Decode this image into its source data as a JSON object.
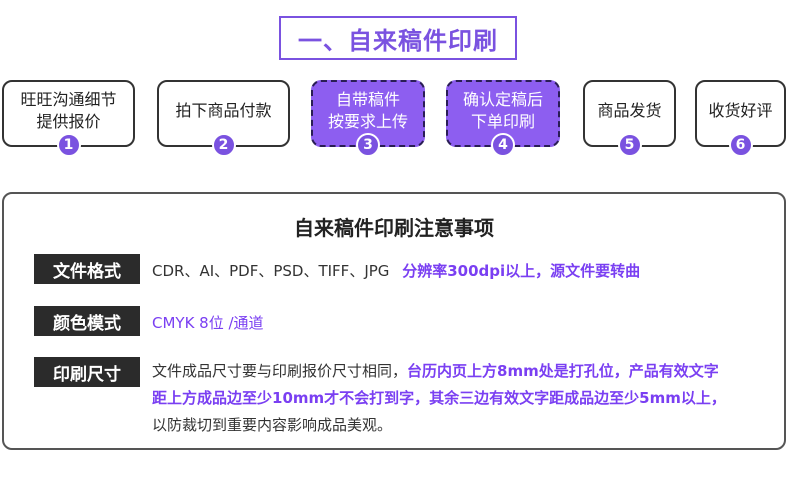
{
  "title": "一、自来稿件印刷",
  "steps": [
    {
      "line1": "旺旺沟通细节",
      "line2": "提供报价",
      "num": "1",
      "highlight": false
    },
    {
      "line1": "拍下商品付款",
      "line2": "",
      "num": "2",
      "highlight": false
    },
    {
      "line1": "自带稿件",
      "line2": "按要求上传",
      "num": "3",
      "highlight": true
    },
    {
      "line1": "确认定稿后",
      "line2": "下单印刷",
      "num": "4",
      "highlight": true
    },
    {
      "line1": "商品发货",
      "line2": "",
      "num": "5",
      "highlight": false
    },
    {
      "line1": "收货好评",
      "line2": "",
      "num": "6",
      "highlight": false
    }
  ],
  "notes": {
    "title": "自来稿件印刷注意事项",
    "file_format": {
      "label": "文件格式",
      "formats": "CDR、AI、PDF、PSD、TIFF、JPG",
      "note": "分辨率300dpi以上，源文件要转曲"
    },
    "color_mode": {
      "label": "颜色模式",
      "value": "CMYK 8位 /通道"
    },
    "print_size": {
      "label": "印刷尺寸",
      "line1_plain": "文件成品尺寸要与印刷报价尺寸相同，",
      "line1_accent": "台历内页上方8mm处是打孔位，产品有效文字",
      "line2_accent": "距上方成品边至少10mm才不会打到字，其余三边有效文字距成品边至少5mm以上，",
      "line3_plain": "以防裁切到重要内容影响成品美观。"
    }
  }
}
